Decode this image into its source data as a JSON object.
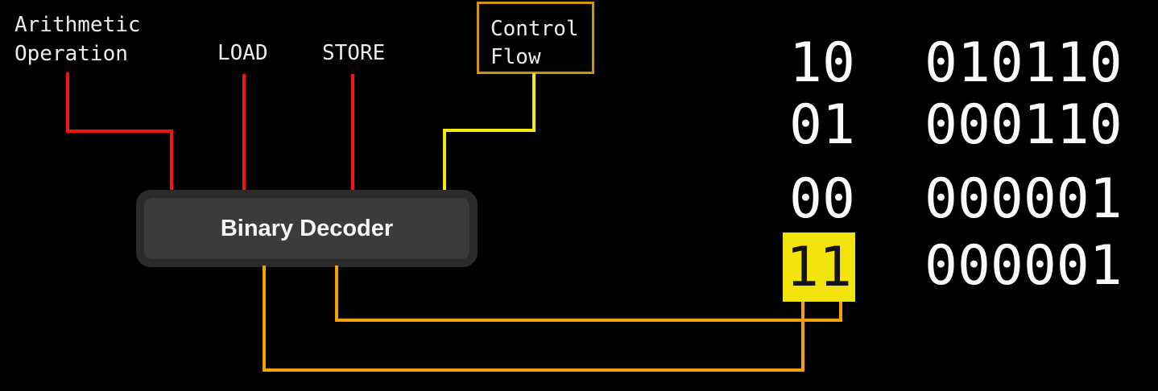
{
  "colors": {
    "background": "#000000",
    "wire_red": "#f2170c",
    "wire_yellow": "#f5e90b",
    "wire_orange": "#f2a202",
    "control_box_border": "#d2940a",
    "highlight_yellow": "#f2e30c",
    "decoder_outer": "#2b2b2d",
    "decoder_inner": "#3b3b3d",
    "label_text": "#ececec",
    "binary_text": "#fafafa",
    "highlight_text": "#141414",
    "decoder_text": "#f5f5f5"
  },
  "signals": {
    "arithmetic": {
      "label": "Arithmetic\nOperation"
    },
    "load": {
      "label": "LOAD"
    },
    "store": {
      "label": "STORE"
    },
    "control_flow": {
      "label": "Control\nFlow"
    }
  },
  "decoder": {
    "label": "Binary Decoder"
  },
  "truth_table": {
    "rows": [
      {
        "code": "10",
        "bits": "010110",
        "highlighted": false
      },
      {
        "code": "01",
        "bits": "000110",
        "highlighted": false
      },
      {
        "code": "00",
        "bits": "000001",
        "highlighted": false
      },
      {
        "code": "11",
        "bits": "000001",
        "highlighted": true
      }
    ]
  }
}
